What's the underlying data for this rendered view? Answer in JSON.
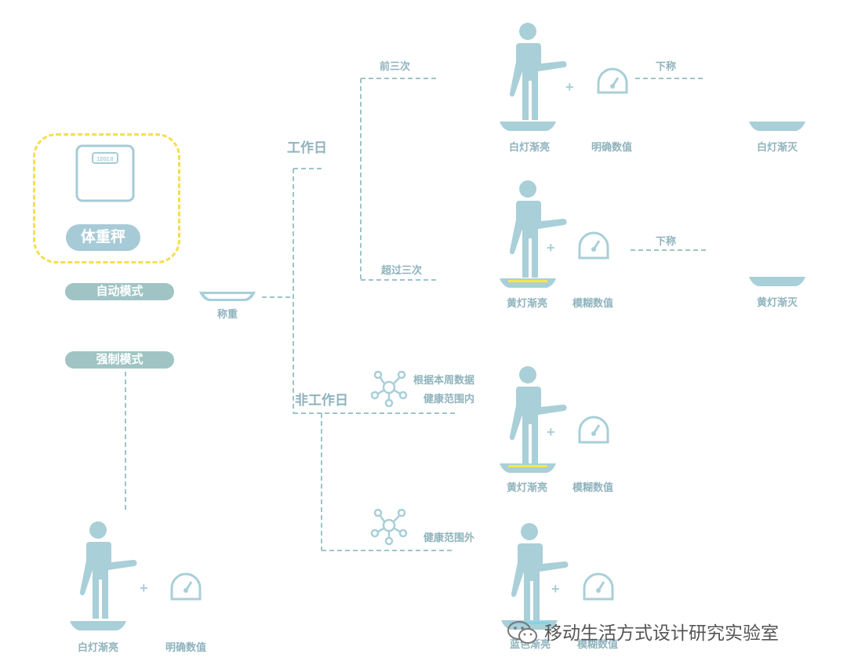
{
  "device": {
    "name": "体重秤",
    "display": "1202.0"
  },
  "modes": {
    "auto": "自动模式",
    "force": "强制模式"
  },
  "weigh_label": "称重",
  "branches": {
    "workday": "工作日",
    "non_workday": "非工作日",
    "first_three": "前三次",
    "over_three": "超过三次",
    "in_range_line1": "根据本周数据",
    "in_range_line2": "健康范围内",
    "out_range": "健康范围外"
  },
  "rows": {
    "workday_first": {
      "light_on": "白灯渐亮",
      "value": "明确数值",
      "step_off": "下称",
      "light_off": "白灯渐灭"
    },
    "workday_over": {
      "light_on": "黄灯渐亮",
      "value": "模糊数值",
      "step_off": "下称",
      "light_off": "黄灯渐灭"
    },
    "nonwork_in": {
      "light_on": "黄灯渐亮",
      "value": "模糊数值"
    },
    "nonwork_out": {
      "light_on": "蓝色渐亮",
      "value": "模糊数值"
    },
    "force": {
      "light_on": "白灯渐亮",
      "value": "明确数值"
    }
  },
  "plus": "+",
  "watermark": "移动生活方式设计研究实验室",
  "colors": {
    "figure": "#a9cfd8",
    "line": "#9fc4c8",
    "yellow": "#f3e84a",
    "blue": "#7ad6ea",
    "card": "#f5df4d"
  }
}
